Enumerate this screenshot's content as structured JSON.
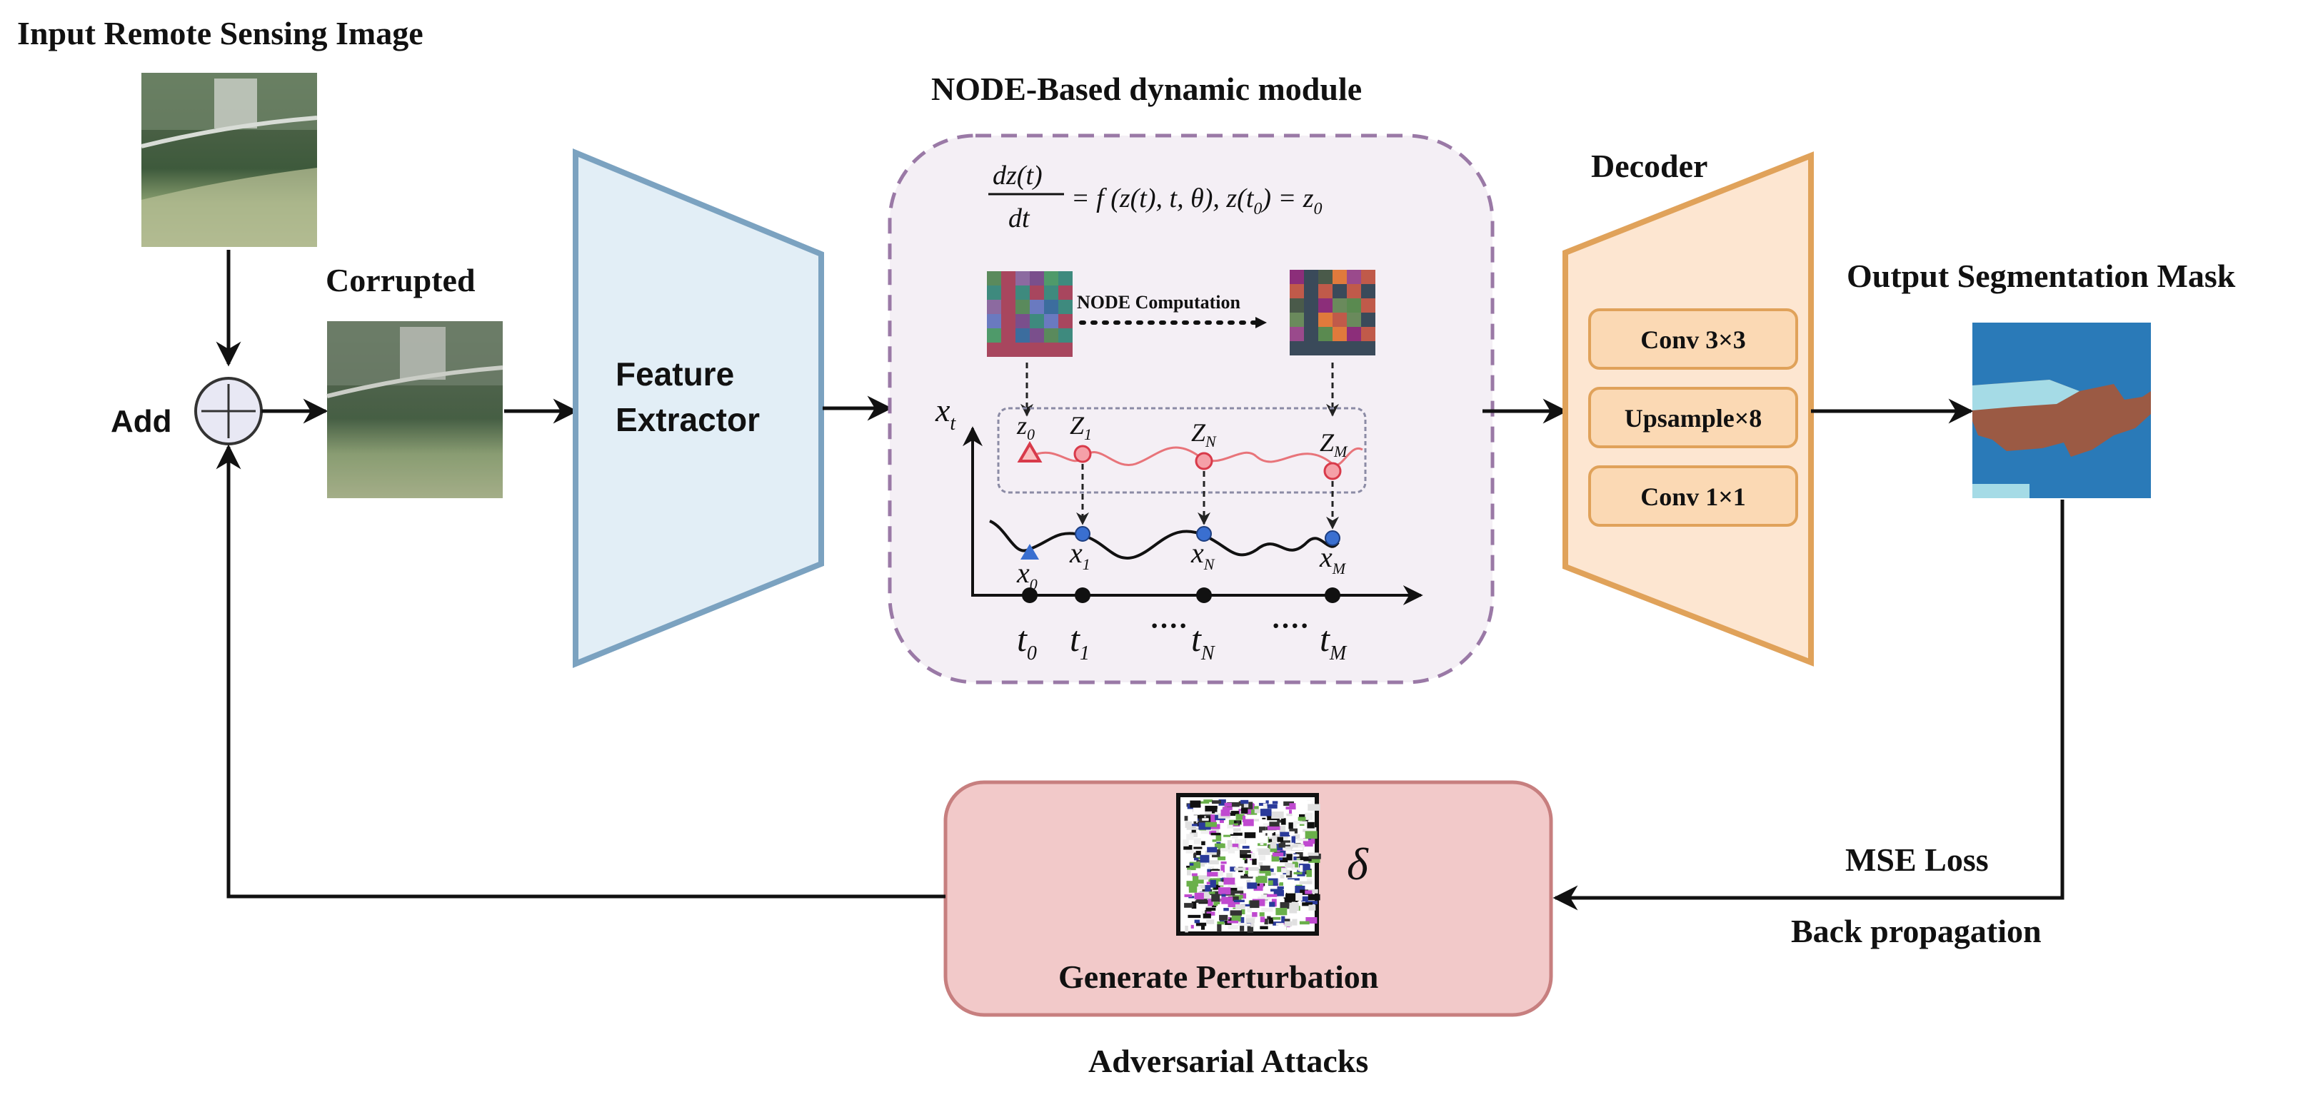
{
  "input": {
    "title": "Input Remote Sensing Image"
  },
  "add": {
    "label": "Add"
  },
  "corrupted": {
    "title": "Corrupted"
  },
  "feature_extractor": {
    "line1": "Feature",
    "line2": "Extractor"
  },
  "node_module": {
    "title": "NODE-Based dynamic module",
    "equation": {
      "numerator": "dz(t)",
      "denominator": "dt",
      "rhs": "= f (z(t), t, θ), z(t",
      "rhs_sub": "0",
      "rhs_end": ") = z",
      "rhs_end_sub": "0"
    },
    "computation_label": "NODE Computation",
    "y_axis_label": "x",
    "y_axis_sub": "t",
    "latent_labels": [
      {
        "main": "z",
        "sub": "0"
      },
      {
        "main": "Z",
        "sub": "1"
      },
      {
        "main": "Z",
        "sub": "N"
      },
      {
        "main": "Z",
        "sub": "M"
      }
    ],
    "state_labels": [
      {
        "main": "x",
        "sub": "0"
      },
      {
        "main": "x",
        "sub": "1"
      },
      {
        "main": "x",
        "sub": "N"
      },
      {
        "main": "x",
        "sub": "M"
      }
    ],
    "time_labels": [
      {
        "main": "t",
        "sub": "0"
      },
      {
        "main": "t",
        "sub": "1"
      },
      {
        "main": "t",
        "sub": "N"
      },
      {
        "main": "t",
        "sub": "M"
      }
    ],
    "ellipsis": "····"
  },
  "decoder": {
    "title": "Decoder",
    "layers": [
      "Conv 3×3",
      "Upsample×8",
      "Conv 1×1"
    ]
  },
  "output": {
    "title": "Output Segmentation Mask"
  },
  "loss": {
    "mse": "MSE Loss",
    "backprop": "Back propagation"
  },
  "perturbation": {
    "symbol": "δ",
    "label": "Generate Perturbation"
  },
  "attacks": {
    "caption": "Adversarial Attacks"
  },
  "colors": {
    "extractor_fill": "#e2eef6",
    "extractor_stroke": "#7ba2c0",
    "node_fill": "#f4eff5",
    "node_stroke": "#9a79a6",
    "decoder_fill": "#fde6d1",
    "decoder_stroke": "#e0a25a",
    "perturb_fill": "#f2c9c9",
    "perturb_stroke": "#c77f7f",
    "latent_curve": "#e8747a",
    "state_point": "#3a6fd0",
    "mask_water": "#2a7ab8",
    "mask_land": "#9b5a44",
    "mask_light": "#a5dbe6"
  }
}
